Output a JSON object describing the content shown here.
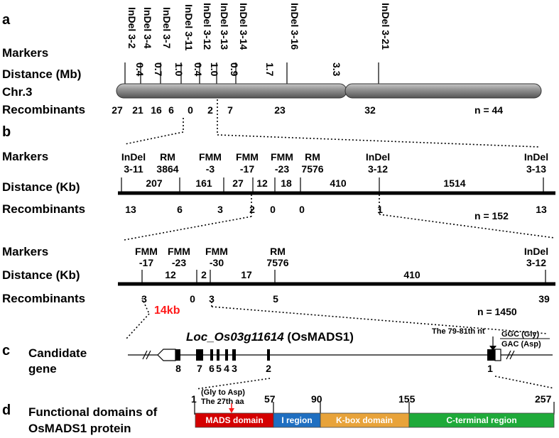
{
  "panel_labels": {
    "a": "a",
    "b": "b",
    "c": "c",
    "d": "d"
  },
  "rows": {
    "markers": "Markers",
    "distance_mb": "Distance (Mb)",
    "distance_kb": "Distance (Kb)",
    "chr": "Chr.3",
    "recombinants": "Recombinants"
  },
  "panel_a": {
    "markers": [
      "InDel 3-2",
      "InDel 3-4",
      "InDel 3-7",
      "InDel 3-11",
      "InDel 3-12",
      "InDel 3-13",
      "InDel 3-14",
      "InDel 3-16",
      "InDel 3-21"
    ],
    "distances": [
      "0.4",
      "0.7",
      "1.0",
      "0.4",
      "1.0",
      "0.9",
      "1.7",
      "3.3"
    ],
    "recombinants": [
      "27",
      "21",
      "16",
      "6",
      "0",
      "2",
      "7",
      "23",
      "32"
    ],
    "n": "n = 44"
  },
  "panel_b1": {
    "markers": [
      [
        "InDel",
        "3-11"
      ],
      [
        "RM",
        "3864"
      ],
      [
        "FMM",
        "-3"
      ],
      [
        "FMM",
        "-17"
      ],
      [
        "FMM",
        "-23"
      ],
      [
        "RM",
        "7576"
      ],
      [
        "InDel",
        "3-12"
      ],
      [
        "InDel",
        "3-13"
      ]
    ],
    "distances": [
      "207",
      "161",
      "27",
      "12",
      "18",
      "410",
      "1514"
    ],
    "recombinants": [
      "13",
      "6",
      "3",
      "2",
      "0",
      "0",
      "1",
      "13"
    ],
    "n": "n = 152"
  },
  "panel_b2": {
    "markers": [
      [
        "FMM",
        "-17"
      ],
      [
        "FMM",
        "-23"
      ],
      [
        "FMM",
        "-30"
      ],
      [
        "RM",
        "7576"
      ],
      [
        "InDel",
        "3-12"
      ]
    ],
    "distances": [
      "12",
      "2",
      "17",
      "410"
    ],
    "recombinants": [
      "3",
      "0",
      "3",
      "5",
      "39"
    ],
    "region": "14kb",
    "n": "n = 1450"
  },
  "panel_c": {
    "label_line1": "Candidate",
    "label_line2": "gene",
    "gene_id": "Loc_Os03g11614",
    "gene_name": "(OsMADS1)",
    "nt_note": "The 79-81th nt",
    "codon1": "GGC (Gly)",
    "codon2": "GAC (Asp)",
    "exons": [
      "8",
      "7",
      "6",
      "5",
      "4",
      "3",
      "2",
      "1"
    ]
  },
  "panel_d": {
    "label_line1": "Functional domains of",
    "label_line2": "OsMADS1 protein",
    "mutation_line1": "(Gly to Asp)",
    "mutation_line2": "The 27th aa",
    "positions": [
      "1",
      "57",
      "90",
      "155",
      "257"
    ],
    "domains": [
      {
        "name": "MADS domain",
        "color": "#d40000"
      },
      {
        "name": "I region",
        "color": "#1f6fc1"
      },
      {
        "name": "K-box domain",
        "color": "#e8a33a"
      },
      {
        "name": "C-terminal region",
        "color": "#1faa3a"
      }
    ]
  }
}
